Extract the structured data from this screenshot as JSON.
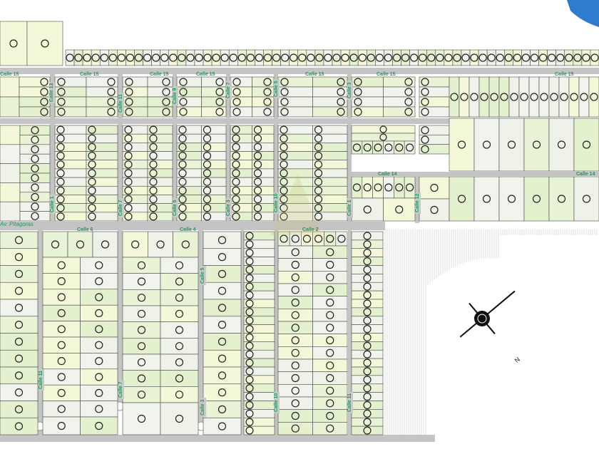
{
  "map": {
    "streets_h": [
      "Calle 15",
      "Calle 15",
      "Calle 15",
      "Calle 15",
      "Calle 15",
      "Calle 15",
      "Calle 15",
      "Calle 14",
      "Calle 14",
      "Calle 6",
      "Calle 4",
      "Calle 2"
    ],
    "streets_v": [
      "Calle 13",
      "Calle 11",
      "Calle 9",
      "Calle 7",
      "Calle 5",
      "Calle 3",
      "Calle 1",
      "Calle 12",
      "Calle 7",
      "Calle 5",
      "Calle 3",
      "Calle 10",
      "Calle 1",
      "Calle 11",
      "Calle 7",
      "Calle 5",
      "Calle 3",
      "Calle 10",
      "Calle 11"
    ],
    "avenue": "Av. Pitagoras",
    "compass_label": "N"
  },
  "colors": {
    "lot_fills": [
      "#f1f4ec",
      "#e4f1cf",
      "#f5f8d8",
      "#eef2e8",
      "#e9f4d6"
    ],
    "road": "#c4c4c4",
    "lot_border": "#4a4a4a",
    "label": "#1a9a5a",
    "water": "#2f7bd0"
  }
}
